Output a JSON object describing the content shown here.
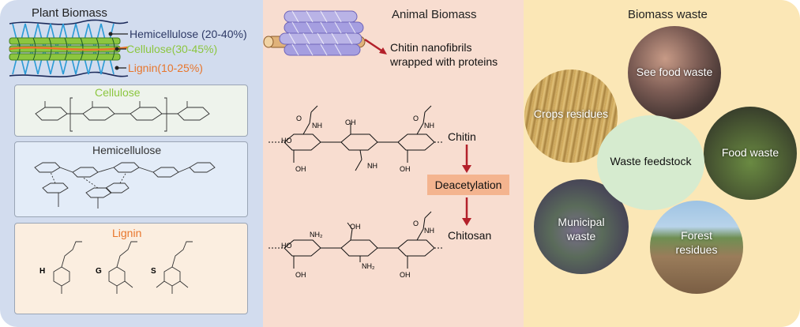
{
  "plant": {
    "title": "Plant Biomass",
    "hemicellulose_label": "Hemicellulose (20-40%)",
    "cellulose_label": "Cellulose(30-45%)",
    "lignin_label": "Lignin(10-25%)",
    "box_cellulose": "Cellulose",
    "box_hemicellulose": "Hemicellulose",
    "box_lignin": "Lignin",
    "lignin_units": [
      "H",
      "G",
      "S"
    ],
    "colors": {
      "hemicellulose": "#2e3a66",
      "cellulose": "#8cc63f",
      "lignin": "#e8762c"
    }
  },
  "animal": {
    "title": "Animal Biomass",
    "nanofibril_label_1": "Chitin nanofibrils",
    "nanofibril_label_2": "wrapped with proteins",
    "chitin": "Chitin",
    "process": "Deacetylation",
    "chitosan": "Chitosan",
    "atoms": {
      "O": "O",
      "NH": "NH",
      "OH": "OH",
      "NH2": "NH₂",
      "HO": "HO"
    },
    "colors": {
      "arrow": "#b3202a",
      "process_bg": "#f4b48f"
    }
  },
  "waste": {
    "title": "Biomass waste",
    "center": "Waste feedstock",
    "items": {
      "seafood": "See food waste",
      "crops": "Crops residues",
      "food": "Food waste",
      "municipal_1": "Municipal",
      "municipal_2": "waste",
      "forest_1": "Forest",
      "forest_2": "residues"
    },
    "colors": {
      "center": "#d6ebcf"
    }
  }
}
